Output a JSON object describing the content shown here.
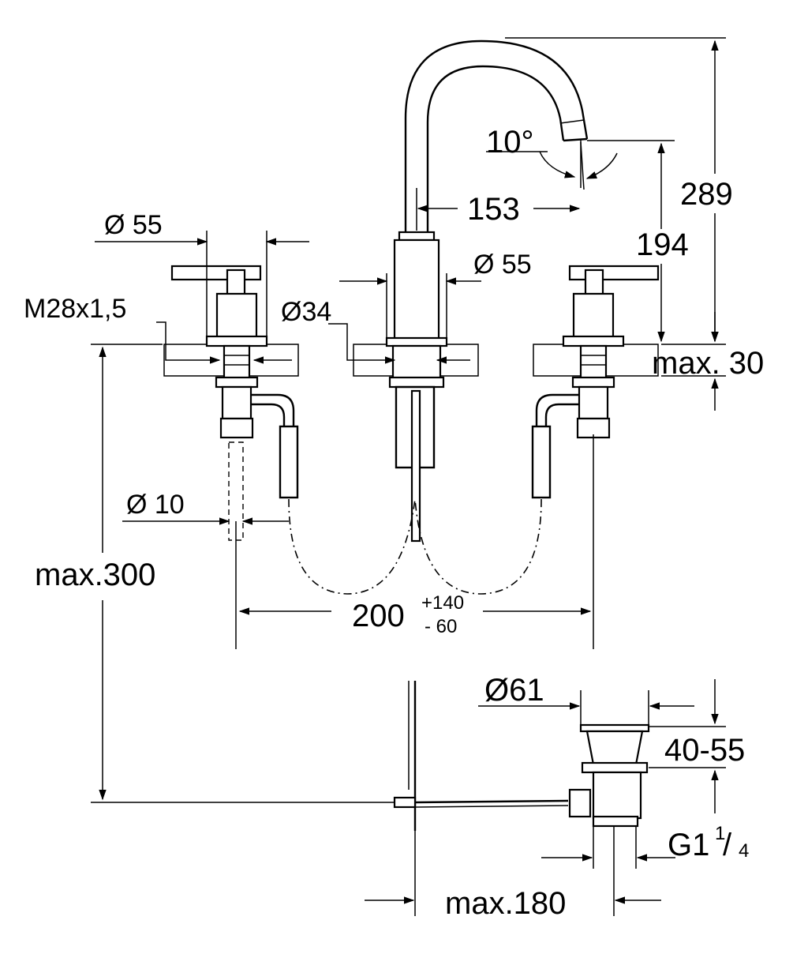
{
  "labels": {
    "dia55_left": "Ø 55",
    "dia55_right": "Ø 55",
    "thread": "M28x1,5",
    "dia34": "Ø34",
    "dia10": "Ø 10",
    "max300": "max.300",
    "angle": "10°",
    "reach": "153",
    "height_289": "289",
    "height_194": "194",
    "max30": "max. 30",
    "spacing_main": "200",
    "spacing_plus": "+140",
    "spacing_minus": "-  60",
    "dia61": "Ø61",
    "range_40_55": "40-55",
    "g_thread": "G1",
    "g_num": "1",
    "g_slash": "/",
    "g_den": "4",
    "max180": "max.180"
  },
  "colors": {
    "line": "#000000",
    "background": "#ffffff"
  }
}
